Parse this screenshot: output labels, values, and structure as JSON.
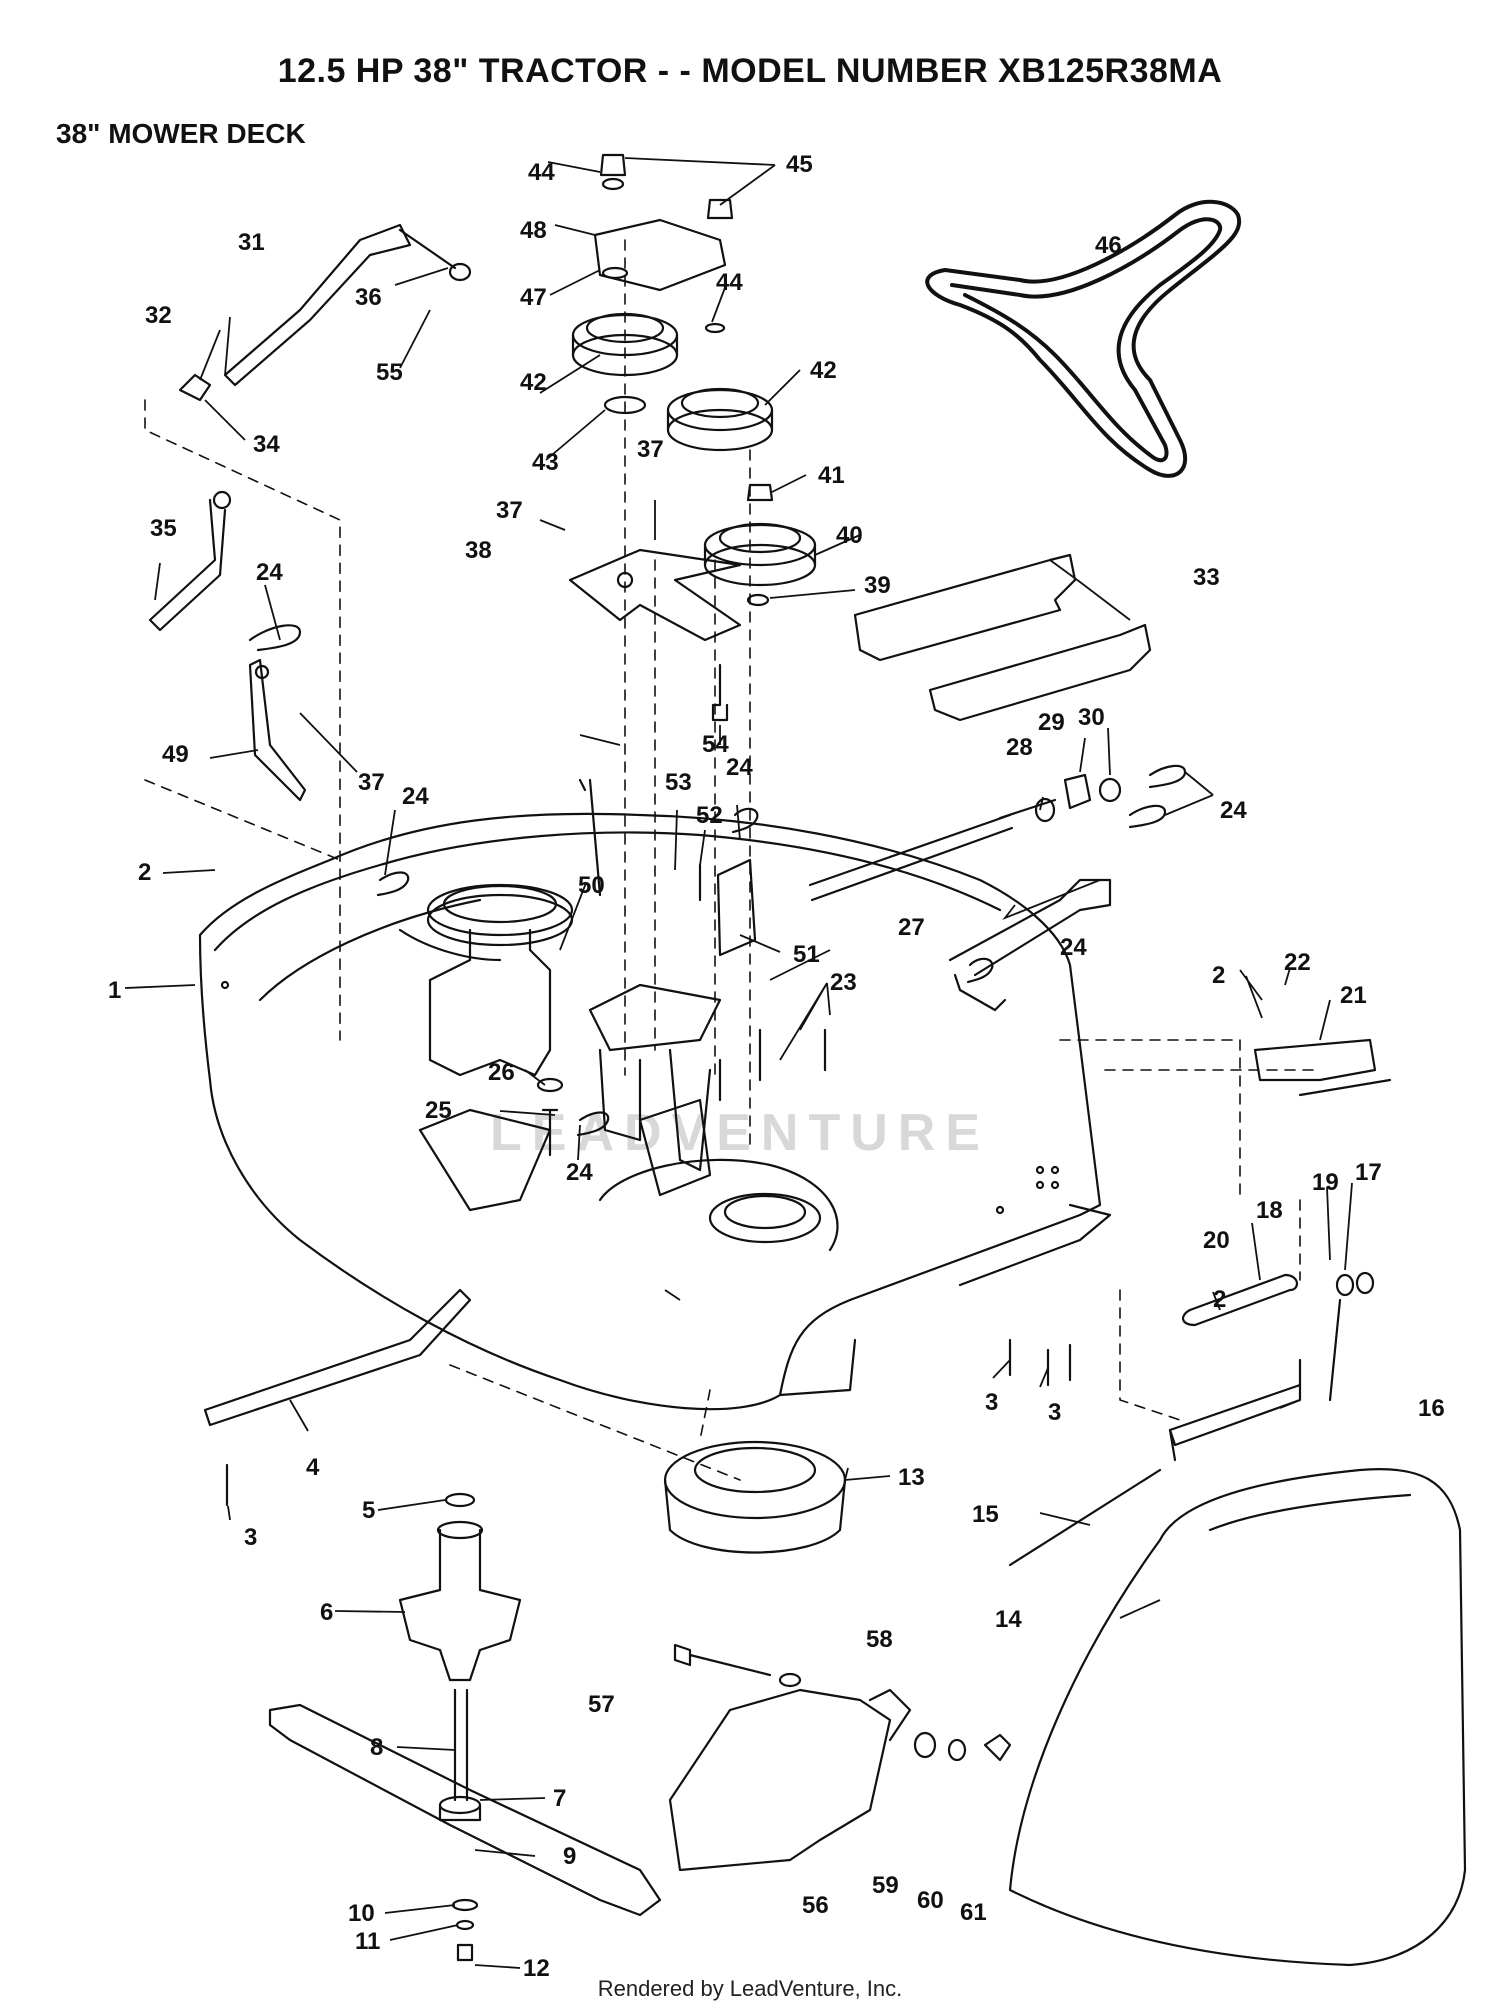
{
  "header": {
    "title": "12.5 HP 38\" TRACTOR - - MODEL NUMBER XB125R38MA",
    "subtitle": "38\" MOWER DECK"
  },
  "watermark": "LEADVENTURE",
  "footer": {
    "credit": "Rendered by LeadVenture, Inc."
  },
  "callouts": [
    "1",
    "2",
    "3",
    "4",
    "5",
    "6",
    "7",
    "8",
    "9",
    "10",
    "11",
    "12",
    "13",
    "14",
    "15",
    "16",
    "17",
    "18",
    "19",
    "20",
    "21",
    "22",
    "23",
    "24",
    "25",
    "26",
    "27",
    "28",
    "29",
    "30",
    "31",
    "32",
    "33",
    "34",
    "35",
    "36",
    "37",
    "38",
    "39",
    "40",
    "41",
    "42",
    "43",
    "44",
    "45",
    "46",
    "47",
    "48",
    "49",
    "50",
    "51",
    "52",
    "53",
    "54",
    "55",
    "56",
    "57",
    "58",
    "59",
    "60",
    "61"
  ],
  "colors": {
    "ink": "#111111",
    "paper": "#ffffff",
    "watermark": "#d8d8d8"
  }
}
